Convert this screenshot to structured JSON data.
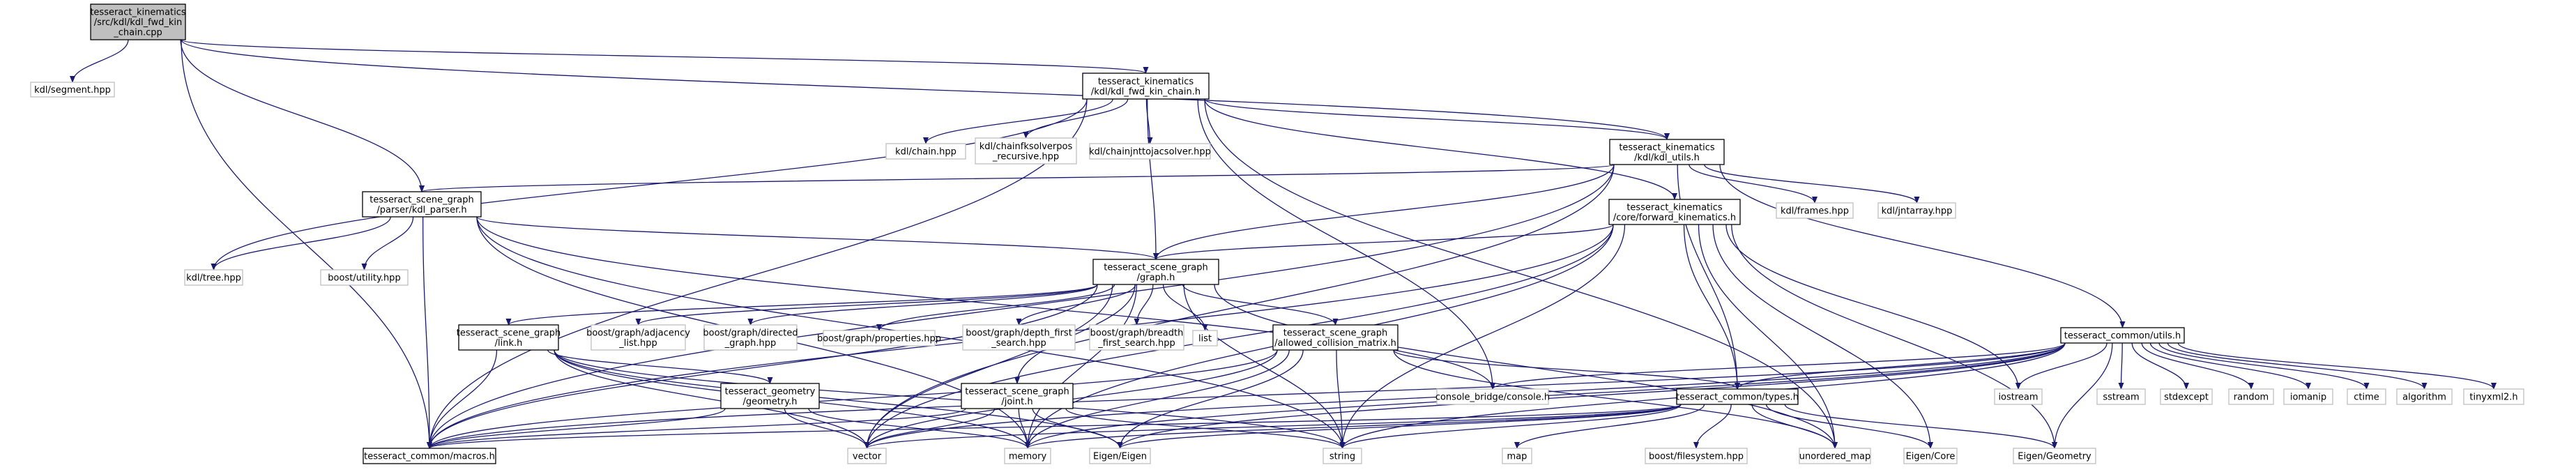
{
  "colors": {
    "edge": "#191970",
    "root_fill": "#bfbfbf",
    "doc_border": "#000000",
    "ext_border": "#bfbfbf",
    "background": "#ffffff"
  },
  "nodes": [
    {
      "id": "root",
      "lines": [
        "tesseract_kinematics",
        "/src/kdl/kdl_fwd_kin",
        "_chain.cpp"
      ],
      "kind": "root"
    },
    {
      "id": "segment",
      "lines": [
        "kdl/segment.hpp"
      ],
      "kind": "ext"
    },
    {
      "id": "fwdkinh",
      "lines": [
        "tesseract_kinematics",
        "/kdl/kdl_fwd_kin_chain.h"
      ],
      "kind": "doc"
    },
    {
      "id": "kdlparser",
      "lines": [
        "tesseract_scene_graph",
        "/parser/kdl_parser.h"
      ],
      "kind": "doc"
    },
    {
      "id": "kdlutils",
      "lines": [
        "tesseract_kinematics",
        "/kdl/kdl_utils.h"
      ],
      "kind": "doc"
    },
    {
      "id": "fwdkin",
      "lines": [
        "tesseract_kinematics",
        "/core/forward_kinematics.h"
      ],
      "kind": "doc"
    },
    {
      "id": "chainhpp",
      "lines": [
        "kdl/chain.hpp"
      ],
      "kind": "ext"
    },
    {
      "id": "chainfk",
      "lines": [
        "kdl/chainfksolverpos",
        "_recursive.hpp"
      ],
      "kind": "ext"
    },
    {
      "id": "chainjnt",
      "lines": [
        "kdl/chainjnttojacsolver.hpp"
      ],
      "kind": "ext"
    },
    {
      "id": "frames",
      "lines": [
        "kdl/frames.hpp"
      ],
      "kind": "ext"
    },
    {
      "id": "jntarray",
      "lines": [
        "kdl/jntarray.hpp"
      ],
      "kind": "ext"
    },
    {
      "id": "tree",
      "lines": [
        "kdl/tree.hpp"
      ],
      "kind": "ext"
    },
    {
      "id": "boostutil",
      "lines": [
        "boost/utility.hpp"
      ],
      "kind": "ext"
    },
    {
      "id": "graph",
      "lines": [
        "tesseract_scene_graph",
        "/graph.h"
      ],
      "kind": "doc"
    },
    {
      "id": "utils",
      "lines": [
        "tesseract_common/utils.h"
      ],
      "kind": "doc"
    },
    {
      "id": "link",
      "lines": [
        "tesseract_scene_graph",
        "/link.h"
      ],
      "kind": "doc"
    },
    {
      "id": "adjlist",
      "lines": [
        "boost/graph/adjacency",
        "_list.hpp"
      ],
      "kind": "ext"
    },
    {
      "id": "directed",
      "lines": [
        "boost/graph/directed",
        "_graph.hpp"
      ],
      "kind": "ext"
    },
    {
      "id": "properties",
      "lines": [
        "boost/graph/properties.hpp"
      ],
      "kind": "ext"
    },
    {
      "id": "dfs",
      "lines": [
        "boost/graph/depth_first",
        "_search.hpp"
      ],
      "kind": "ext"
    },
    {
      "id": "bfs",
      "lines": [
        "boost/graph/breadth",
        "_first_search.hpp"
      ],
      "kind": "ext"
    },
    {
      "id": "list",
      "lines": [
        "list"
      ],
      "kind": "ext"
    },
    {
      "id": "acm",
      "lines": [
        "tesseract_scene_graph",
        "/allowed_collision_matrix.h"
      ],
      "kind": "doc"
    },
    {
      "id": "geometry",
      "lines": [
        "tesseract_geometry",
        "/geometry.h"
      ],
      "kind": "doc"
    },
    {
      "id": "joint",
      "lines": [
        "tesseract_scene_graph",
        "/joint.h"
      ],
      "kind": "doc"
    },
    {
      "id": "console",
      "lines": [
        "console_bridge/console.h"
      ],
      "kind": "ext"
    },
    {
      "id": "types",
      "lines": [
        "tesseract_common/types.h"
      ],
      "kind": "doc"
    },
    {
      "id": "iostream",
      "lines": [
        "iostream"
      ],
      "kind": "ext"
    },
    {
      "id": "sstream",
      "lines": [
        "sstream"
      ],
      "kind": "ext"
    },
    {
      "id": "stdexcept",
      "lines": [
        "stdexcept"
      ],
      "kind": "ext"
    },
    {
      "id": "random",
      "lines": [
        "random"
      ],
      "kind": "ext"
    },
    {
      "id": "iomanip",
      "lines": [
        "iomanip"
      ],
      "kind": "ext"
    },
    {
      "id": "ctime",
      "lines": [
        "ctime"
      ],
      "kind": "ext"
    },
    {
      "id": "algorithm",
      "lines": [
        "algorithm"
      ],
      "kind": "ext"
    },
    {
      "id": "tinyxml",
      "lines": [
        "tinyxml2.h"
      ],
      "kind": "ext"
    },
    {
      "id": "macros",
      "lines": [
        "tesseract_common/macros.h"
      ],
      "kind": "doc"
    },
    {
      "id": "vector",
      "lines": [
        "vector"
      ],
      "kind": "ext"
    },
    {
      "id": "memory",
      "lines": [
        "memory"
      ],
      "kind": "ext"
    },
    {
      "id": "eigen",
      "lines": [
        "Eigen/Eigen"
      ],
      "kind": "ext"
    },
    {
      "id": "string",
      "lines": [
        "string"
      ],
      "kind": "ext"
    },
    {
      "id": "map",
      "lines": [
        "map"
      ],
      "kind": "ext"
    },
    {
      "id": "fs",
      "lines": [
        "boost/filesystem.hpp"
      ],
      "kind": "ext"
    },
    {
      "id": "umap",
      "lines": [
        "unordered_map"
      ],
      "kind": "ext"
    },
    {
      "id": "eigencore",
      "lines": [
        "Eigen/Core"
      ],
      "kind": "ext"
    },
    {
      "id": "eigengeo",
      "lines": [
        "Eigen/Geometry"
      ],
      "kind": "ext"
    }
  ],
  "edges": [
    [
      "root",
      "segment"
    ],
    [
      "root",
      "fwdkinh"
    ],
    [
      "root",
      "kdlparser"
    ],
    [
      "root",
      "kdlutils"
    ],
    [
      "root",
      "macros"
    ],
    [
      "fwdkinh",
      "chainhpp"
    ],
    [
      "fwdkinh",
      "chainfk"
    ],
    [
      "fwdkinh",
      "chainjnt"
    ],
    [
      "fwdkinh",
      "kdlutils"
    ],
    [
      "fwdkinh",
      "fwdkin"
    ],
    [
      "fwdkinh",
      "graph"
    ],
    [
      "fwdkinh",
      "console"
    ],
    [
      "fwdkinh",
      "umap"
    ],
    [
      "fwdkinh",
      "macros"
    ],
    [
      "fwdkinh",
      "tree"
    ],
    [
      "kdlutils",
      "frames"
    ],
    [
      "kdlutils",
      "jntarray"
    ],
    [
      "kdlutils",
      "graph"
    ],
    [
      "kdlutils",
      "utils"
    ],
    [
      "kdlutils",
      "types"
    ],
    [
      "kdlutils",
      "kdlparser"
    ],
    [
      "kdlutils",
      "macros"
    ],
    [
      "kdlutils",
      "vector"
    ],
    [
      "kdlparser",
      "tree"
    ],
    [
      "kdlparser",
      "boostutil"
    ],
    [
      "kdlparser",
      "graph"
    ],
    [
      "kdlparser",
      "macros"
    ],
    [
      "kdlparser",
      "console"
    ],
    [
      "kdlparser",
      "memory"
    ],
    [
      "kdlparser",
      "string"
    ],
    [
      "fwdkin",
      "graph"
    ],
    [
      "fwdkin",
      "types"
    ],
    [
      "fwdkin",
      "eigencore"
    ],
    [
      "fwdkin",
      "eigengeo"
    ],
    [
      "fwdkin",
      "umap"
    ],
    [
      "fwdkin",
      "iostream"
    ],
    [
      "fwdkin",
      "macros"
    ],
    [
      "fwdkin",
      "memory"
    ],
    [
      "fwdkin",
      "vector"
    ],
    [
      "fwdkin",
      "string"
    ],
    [
      "graph",
      "link"
    ],
    [
      "graph",
      "adjlist"
    ],
    [
      "graph",
      "directed"
    ],
    [
      "graph",
      "properties"
    ],
    [
      "graph",
      "dfs"
    ],
    [
      "graph",
      "bfs"
    ],
    [
      "graph",
      "list"
    ],
    [
      "graph",
      "acm"
    ],
    [
      "graph",
      "joint"
    ],
    [
      "graph",
      "macros"
    ],
    [
      "graph",
      "string"
    ],
    [
      "graph",
      "umap"
    ],
    [
      "graph",
      "memory"
    ],
    [
      "graph",
      "vector"
    ],
    [
      "link",
      "geometry"
    ],
    [
      "link",
      "macros"
    ],
    [
      "link",
      "eigen"
    ],
    [
      "link",
      "memory"
    ],
    [
      "link",
      "string"
    ],
    [
      "link",
      "vector"
    ],
    [
      "acm",
      "types"
    ],
    [
      "acm",
      "macros"
    ],
    [
      "acm",
      "vector"
    ],
    [
      "acm",
      "memory"
    ],
    [
      "acm",
      "string"
    ],
    [
      "acm",
      "umap"
    ],
    [
      "acm",
      "eigen"
    ],
    [
      "geometry",
      "macros"
    ],
    [
      "geometry",
      "memory"
    ],
    [
      "geometry",
      "vector"
    ],
    [
      "joint",
      "macros"
    ],
    [
      "joint",
      "eigen"
    ],
    [
      "joint",
      "memory"
    ],
    [
      "joint",
      "string"
    ],
    [
      "joint",
      "vector"
    ],
    [
      "utils",
      "console"
    ],
    [
      "utils",
      "types"
    ],
    [
      "utils",
      "iostream"
    ],
    [
      "utils",
      "sstream"
    ],
    [
      "utils",
      "stdexcept"
    ],
    [
      "utils",
      "random"
    ],
    [
      "utils",
      "iomanip"
    ],
    [
      "utils",
      "ctime"
    ],
    [
      "utils",
      "algorithm"
    ],
    [
      "utils",
      "tinyxml"
    ],
    [
      "utils",
      "macros"
    ],
    [
      "utils",
      "vector"
    ],
    [
      "utils",
      "memory"
    ],
    [
      "utils",
      "eigen"
    ],
    [
      "utils",
      "string"
    ],
    [
      "utils",
      "eigengeo"
    ],
    [
      "types",
      "vector"
    ],
    [
      "types",
      "memory"
    ],
    [
      "types",
      "eigen"
    ],
    [
      "types",
      "string"
    ],
    [
      "types",
      "map"
    ],
    [
      "types",
      "fs"
    ],
    [
      "types",
      "umap"
    ],
    [
      "types",
      "eigencore"
    ],
    [
      "types",
      "eigengeo"
    ],
    [
      "types",
      "macros"
    ]
  ]
}
